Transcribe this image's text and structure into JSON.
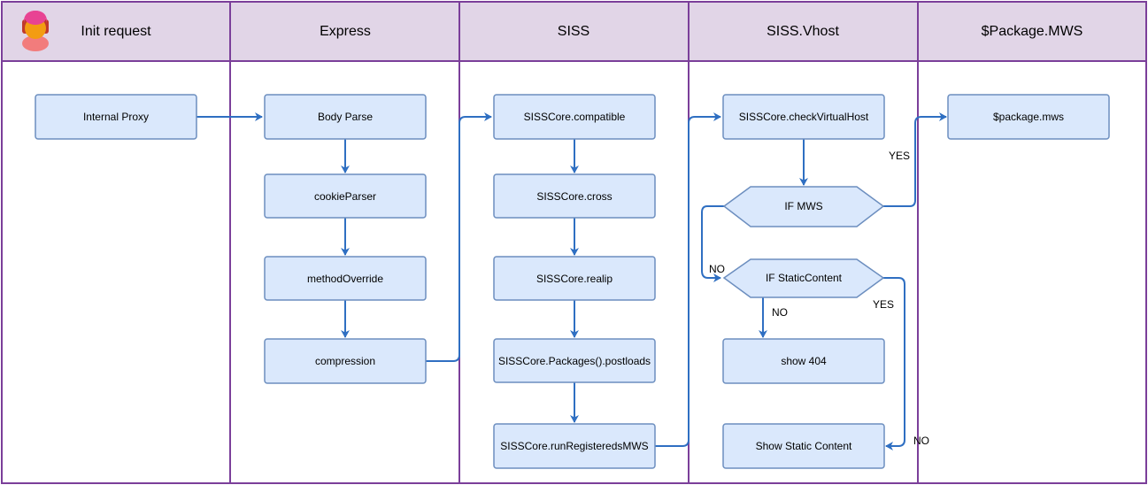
{
  "colors": {
    "lane_border": "#7b3f9a",
    "header_fill": "#e1d5e7",
    "node_fill": "#dae8fc",
    "node_stroke": "#6c8ebf",
    "edge": "#2f6fc2"
  },
  "lanes": [
    {
      "title": "Init request",
      "icon": "user-avatar-icon"
    },
    {
      "title": "Express"
    },
    {
      "title": "SISS"
    },
    {
      "title": "SISS.Vhost"
    },
    {
      "title": "$Package.MWS"
    }
  ],
  "nodes": {
    "internal_proxy": "Internal Proxy",
    "body_parse": "Body Parse",
    "cookie_parser": "cookieParser",
    "method_override": "methodOverride",
    "compression": "compression",
    "compatible": "SISSCore.compatible",
    "cross": "SISSCore.cross",
    "realip": "SISSCore.realip",
    "postloads": "SISSCore.Packages().postloads",
    "run_mws": "SISSCore.runRegisteredsMWS",
    "check_vhost": "SISSCore.checkVirtualHost",
    "if_mws": "IF MWS",
    "if_static": "IF StaticContent",
    "show_404": "show 404",
    "show_static": "Show Static Content",
    "package_mws": "$package.mws"
  },
  "edge_labels": {
    "yes_mws": "YES",
    "no_mws": "NO",
    "no_static": "NO",
    "yes_static": "YES",
    "no_bottom": "NO"
  }
}
